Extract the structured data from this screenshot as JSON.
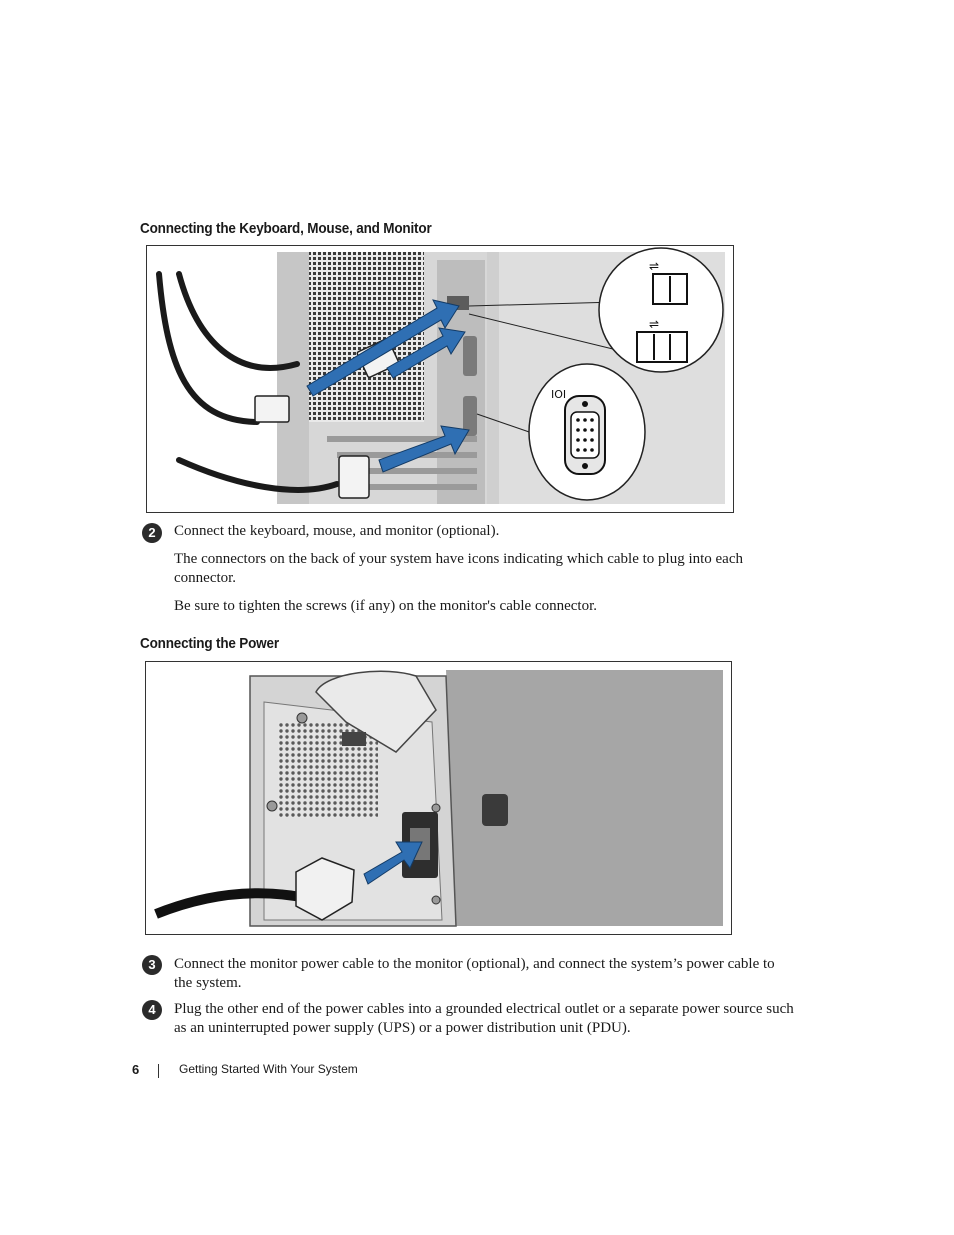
{
  "sections": {
    "keyboard_heading": "Connecting the Keyboard, Mouse, and Monitor",
    "power_heading": "Connecting the Power"
  },
  "steps": [
    {
      "number": "2",
      "text": "Connect the keyboard, mouse, and monitor (optional)."
    },
    {
      "number": "3",
      "text": "Connect the monitor power cable to the monitor (optional), and connect the system’s power cable to the system."
    },
    {
      "number": "4",
      "text": "Plug the other end of the power cables into a grounded electrical outlet or a separate power source such as an uninterrupted power supply (UPS) or a power distribution unit (PDU)."
    }
  ],
  "notes": {
    "connectors_icons": "The connectors on the back of your system have icons indicating which cable to plug into each connector.",
    "tighten_screws": "Be sure to tighten the screws (if any) on the monitor's cable connector."
  },
  "footer": {
    "page_number": "6",
    "title": "Getting Started With Your System"
  },
  "figure_icons": {
    "usb": "usb-icon",
    "vga": "monitor-port-icon"
  }
}
